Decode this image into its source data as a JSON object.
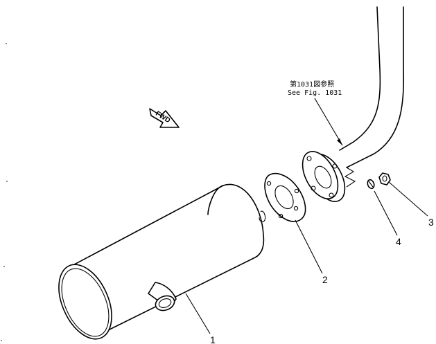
{
  "figure_reference": {
    "line_jp": "第1031図参照",
    "line_en": "See Fig. 1031"
  },
  "direction_marker": {
    "label": "FWD",
    "icon": "fwd-arrow-icon"
  },
  "callouts": {
    "muffler": "1",
    "gasket": "2",
    "nut": "3",
    "lock_washer": "4"
  }
}
